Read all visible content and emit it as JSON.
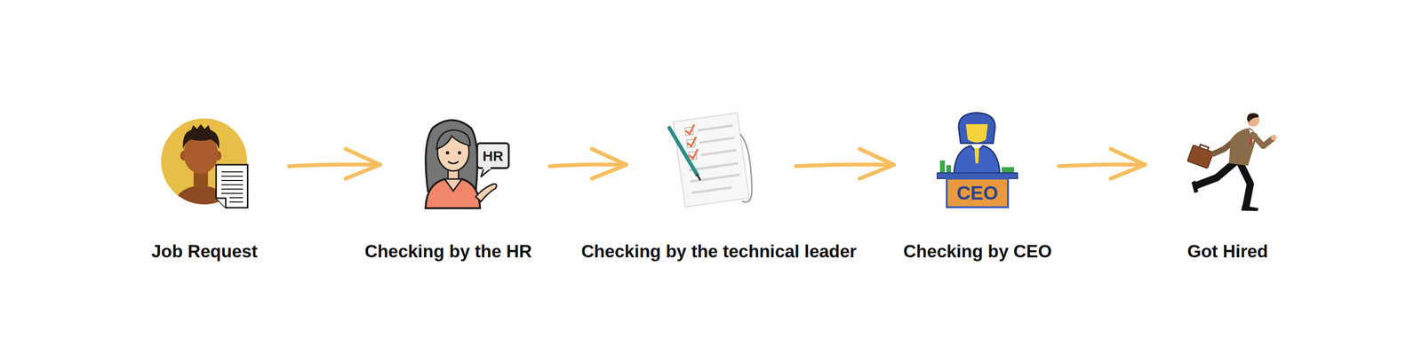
{
  "diagram": {
    "nodes": [
      {
        "text": [
          "Job Request"
        ]
      },
      {
        "text": [
          "Checking by the HR"
        ]
      },
      {
        "text": [
          "Checking by the technical leader"
        ]
      },
      {
        "text": [
          "Checking by CEO"
        ]
      },
      {
        "text": [
          "Got Hired"
        ]
      }
    ],
    "edges": [
      {
        "from": 0,
        "to": 1,
        "arrow": "to"
      },
      {
        "from": 1,
        "to": 2,
        "arrow": "to"
      },
      {
        "from": 2,
        "to": 3,
        "arrow": "to"
      },
      {
        "from": 3,
        "to": 4,
        "arrow": "to"
      }
    ],
    "labels": [
      "HR",
      "CEO"
    ]
  }
}
